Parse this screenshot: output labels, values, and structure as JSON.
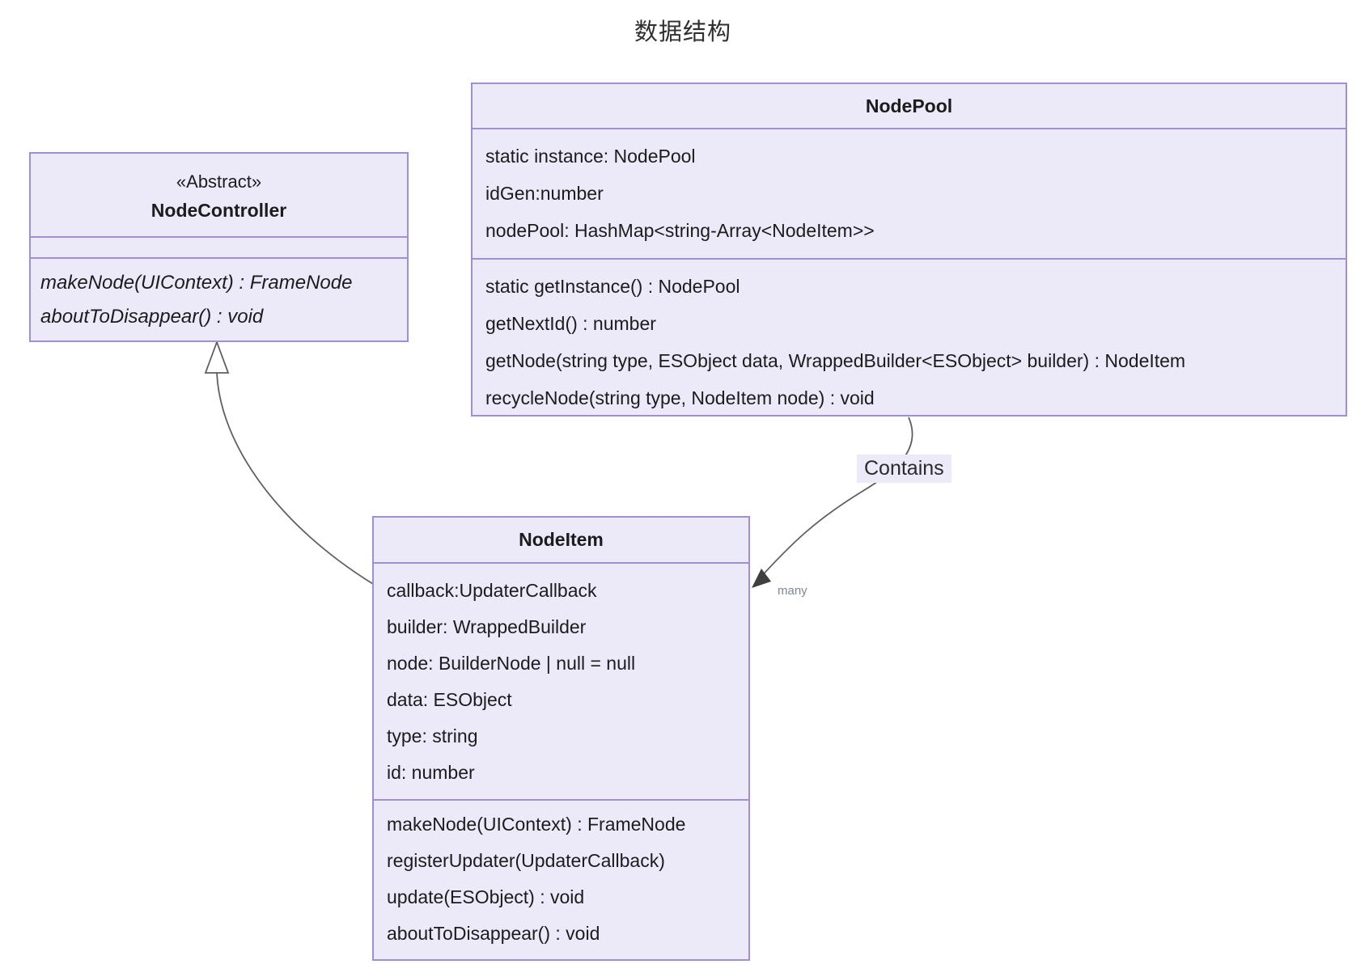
{
  "title": "数据结构",
  "classes": {
    "node_pool": {
      "name": "NodePool",
      "attributes": [
        "static instance: NodePool",
        "idGen:number",
        "nodePool: HashMap<string-Array<NodeItem>>"
      ],
      "methods": [
        "static getInstance() : NodePool",
        "getNextId() : number",
        "getNode(string type, ESObject data, WrappedBuilder<ESObject> builder) : NodeItem",
        "recycleNode(string type, NodeItem node) : void"
      ]
    },
    "node_controller": {
      "stereotype": "«Abstract»",
      "name": "NodeController",
      "attributes": [],
      "methods": [
        "makeNode(UIContext) : FrameNode",
        "aboutToDisappear() : void"
      ]
    },
    "node_item": {
      "name": "NodeItem",
      "attributes": [
        "callback:UpdaterCallback",
        "builder: WrappedBuilder",
        "node: BuilderNode | null = null",
        "data: ESObject",
        "type: string",
        "id: number"
      ],
      "methods": [
        "makeNode(UIContext) : FrameNode",
        "registerUpdater(UpdaterCallback)",
        "update(ESObject) : void",
        "aboutToDisappear() : void"
      ]
    }
  },
  "edges": {
    "contains": {
      "label": "Contains",
      "multiplicity": "many",
      "from": "NodePool",
      "to": "NodeItem",
      "type": "association"
    },
    "inheritance": {
      "from": "NodeItem",
      "to": "NodeController",
      "type": "inheritance"
    }
  },
  "colors": {
    "box_fill": "#ece9f9",
    "box_border": "#a18fd6",
    "text": "#1c1c1c",
    "line": "#5f5f5f",
    "edge_label_bg": "#ece9f9",
    "multiplicity_text": "#7d8598"
  }
}
